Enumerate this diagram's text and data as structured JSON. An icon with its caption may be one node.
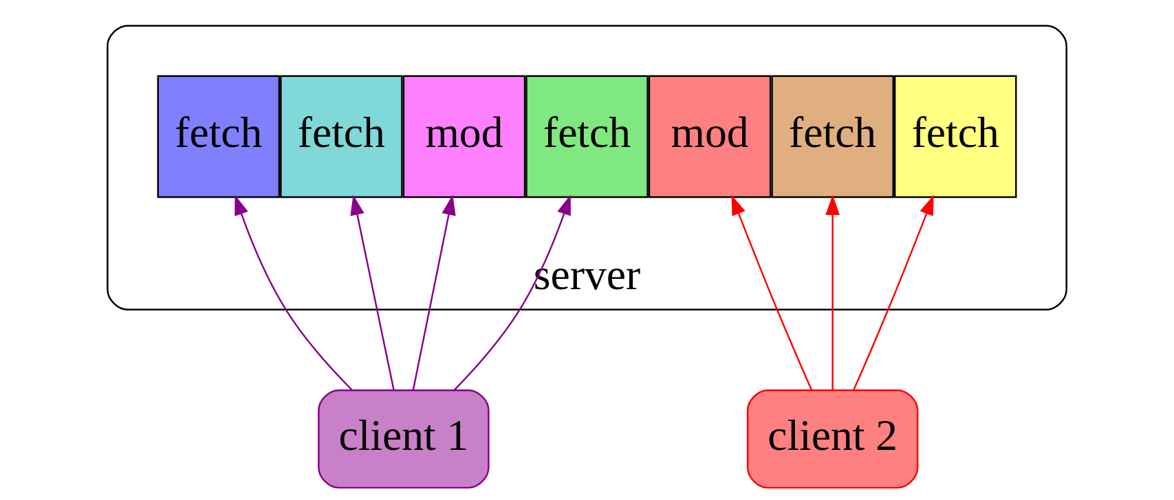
{
  "diagram": {
    "nodes": [
      {
        "text": [
          "server"
        ]
      },
      {
        "text": [
          "fetch"
        ],
        "in": 0
      },
      {
        "text": [
          "mod"
        ],
        "in": 0
      },
      {
        "text": [
          "fetch"
        ],
        "in": 0
      },
      {
        "text": [
          "fetch"
        ],
        "in": 0
      },
      {
        "text": [
          "mod"
        ],
        "in": 0
      },
      {
        "text": [
          "fetch"
        ],
        "in": 0
      },
      {
        "text": [
          "fetch"
        ],
        "in": 0
      },
      {
        "text": [
          "client 1"
        ]
      },
      {
        "text": [
          "client 2"
        ]
      }
    ],
    "edges": [
      {
        "from": 8,
        "to": 1,
        "arrow": "to",
        "color": "#880088"
      },
      {
        "from": 8,
        "to": 2,
        "arrow": "to",
        "color": "#880088"
      },
      {
        "from": 8,
        "to": 4,
        "arrow": "to",
        "color": "#880088"
      },
      {
        "from": 8,
        "to": 6,
        "arrow": "to",
        "color": "#880088"
      },
      {
        "from": 9,
        "to": 3,
        "arrow": "to",
        "color": "#ff0000"
      },
      {
        "from": 9,
        "to": 5,
        "arrow": "to",
        "color": "#ff0000"
      },
      {
        "from": 9,
        "to": 7,
        "arrow": "to",
        "color": "#ff0000"
      }
    ]
  }
}
